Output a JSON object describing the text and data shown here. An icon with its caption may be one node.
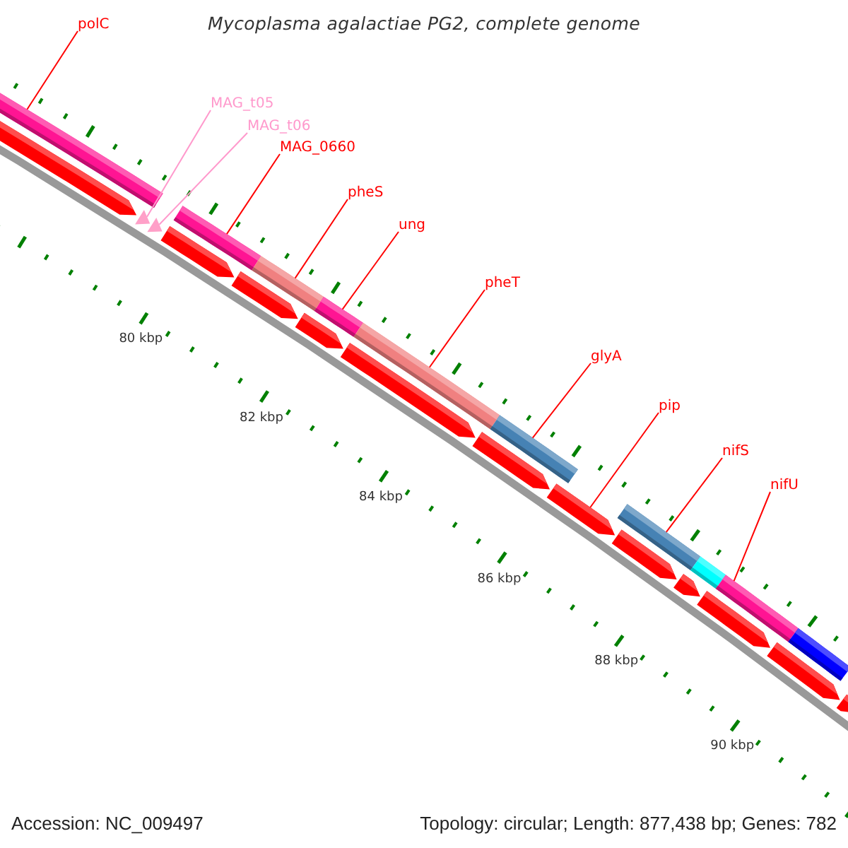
{
  "diagram": {
    "title": "Mycoplasma agalactiae PG2, complete genome",
    "nodes": [
      {
        "text": [
          "polC"
        ]
      },
      {
        "text": [
          "MAG_t05"
        ]
      },
      {
        "text": [
          "MAG_t06"
        ]
      },
      {
        "text": [
          "MAG_0660"
        ]
      },
      {
        "text": [
          "pheS"
        ]
      },
      {
        "text": [
          "ung"
        ]
      },
      {
        "text": [
          "pheT"
        ]
      },
      {
        "text": [
          "glyA"
        ]
      },
      {
        "text": [
          "pip"
        ]
      },
      {
        "text": [
          "nifS"
        ]
      },
      {
        "text": [
          "nifU"
        ]
      },
      {
        "text": [],
        "shape": "bar"
      },
      {
        "text": [],
        "shape": "bar"
      },
      {
        "text": [],
        "shape": "bar"
      },
      {
        "text": [],
        "shape": "bar"
      },
      {
        "text": [],
        "shape": "bar"
      },
      {
        "text": [],
        "shape": "bar"
      },
      {
        "text": [],
        "shape": "bar"
      },
      {
        "text": [],
        "shape": "bar"
      },
      {
        "text": [],
        "shape": "bar"
      },
      {
        "text": [],
        "shape": "bar"
      },
      {
        "text": [],
        "shape": "triangle"
      },
      {
        "text": [],
        "shape": "triangle"
      },
      {
        "text": [],
        "shape": "pentagon"
      },
      {
        "text": [],
        "shape": "pentagon"
      },
      {
        "text": [],
        "shape": "pentagon"
      },
      {
        "text": [],
        "shape": "pentagon"
      },
      {
        "text": [],
        "shape": "pentagon"
      },
      {
        "text": [],
        "shape": "pentagon"
      },
      {
        "text": [],
        "shape": "pentagon"
      },
      {
        "text": [],
        "shape": "pentagon"
      },
      {
        "text": [],
        "shape": "pentagon"
      },
      {
        "text": [],
        "shape": "pentagon"
      },
      {
        "text": [],
        "shape": "pentagon"
      },
      {
        "text": [],
        "shape": "pentagon"
      }
    ],
    "edges": [
      {
        "from": 0,
        "to": 11,
        "arrow": "none"
      },
      {
        "from": 1,
        "to": 21,
        "arrow": "none",
        "color": "#ff99cc"
      },
      {
        "from": 2,
        "to": 22,
        "arrow": "none",
        "color": "#ff99cc"
      },
      {
        "from": 3,
        "to": 12,
        "arrow": "none"
      },
      {
        "from": 4,
        "to": 13,
        "arrow": "none"
      },
      {
        "from": 5,
        "to": 14,
        "arrow": "none"
      },
      {
        "from": 6,
        "to": 15,
        "arrow": "none"
      },
      {
        "from": 7,
        "to": 16,
        "arrow": "none"
      },
      {
        "from": 8,
        "to": 29,
        "arrow": "none"
      },
      {
        "from": 9,
        "to": 17,
        "arrow": "none"
      },
      {
        "from": 10,
        "to": 19,
        "arrow": "none"
      }
    ],
    "labels": [
      "80 kbp",
      "82 kbp",
      "84 kbp",
      "86 kbp",
      "88 kbp",
      "90 kbp",
      "Accession: NC_009497",
      "Topology: circular; Length: 877,438 bp; Genes: 782"
    ]
  }
}
